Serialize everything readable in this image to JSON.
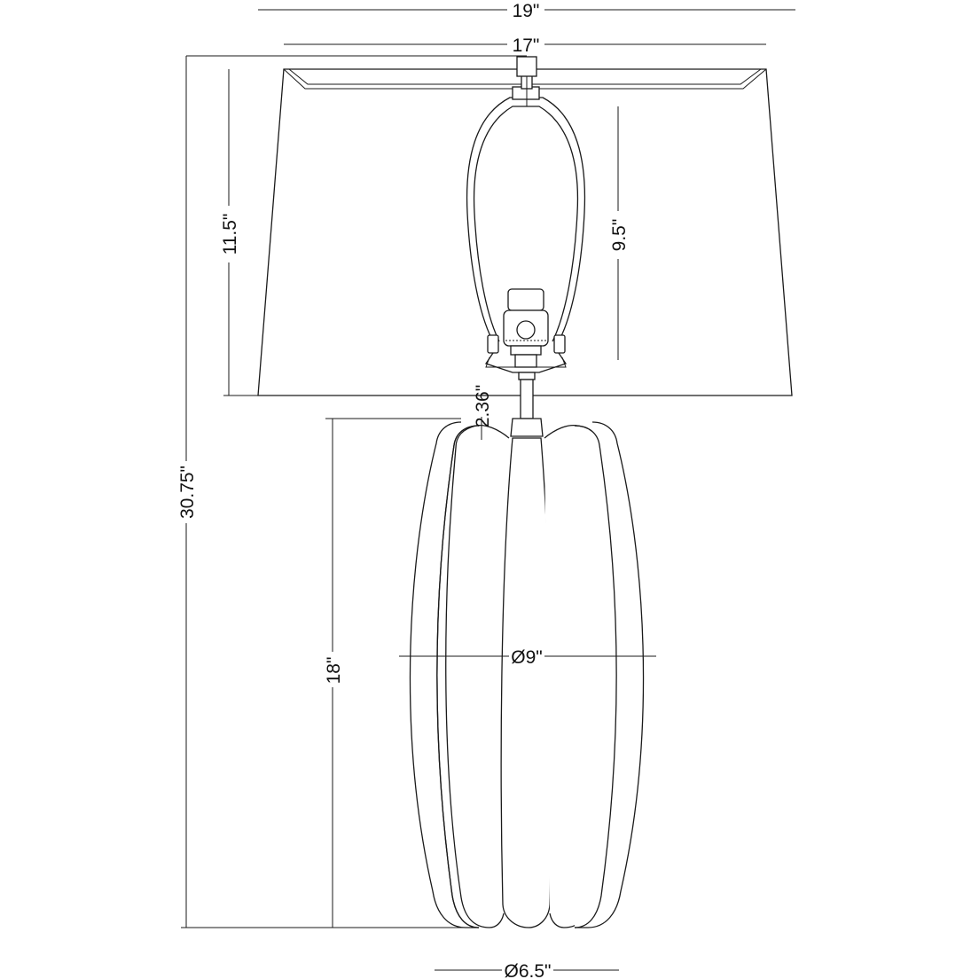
{
  "dimensions": {
    "overall_width": "19\"",
    "shade_top_width": "17\"",
    "shade_height": "11.5\"",
    "harp_height": "9.5\"",
    "neck_height": "2.36\"",
    "overall_height": "30.75\"",
    "base_height": "18\"",
    "body_diameter": "Ø9\"",
    "foot_diameter": "Ø6.5\""
  }
}
